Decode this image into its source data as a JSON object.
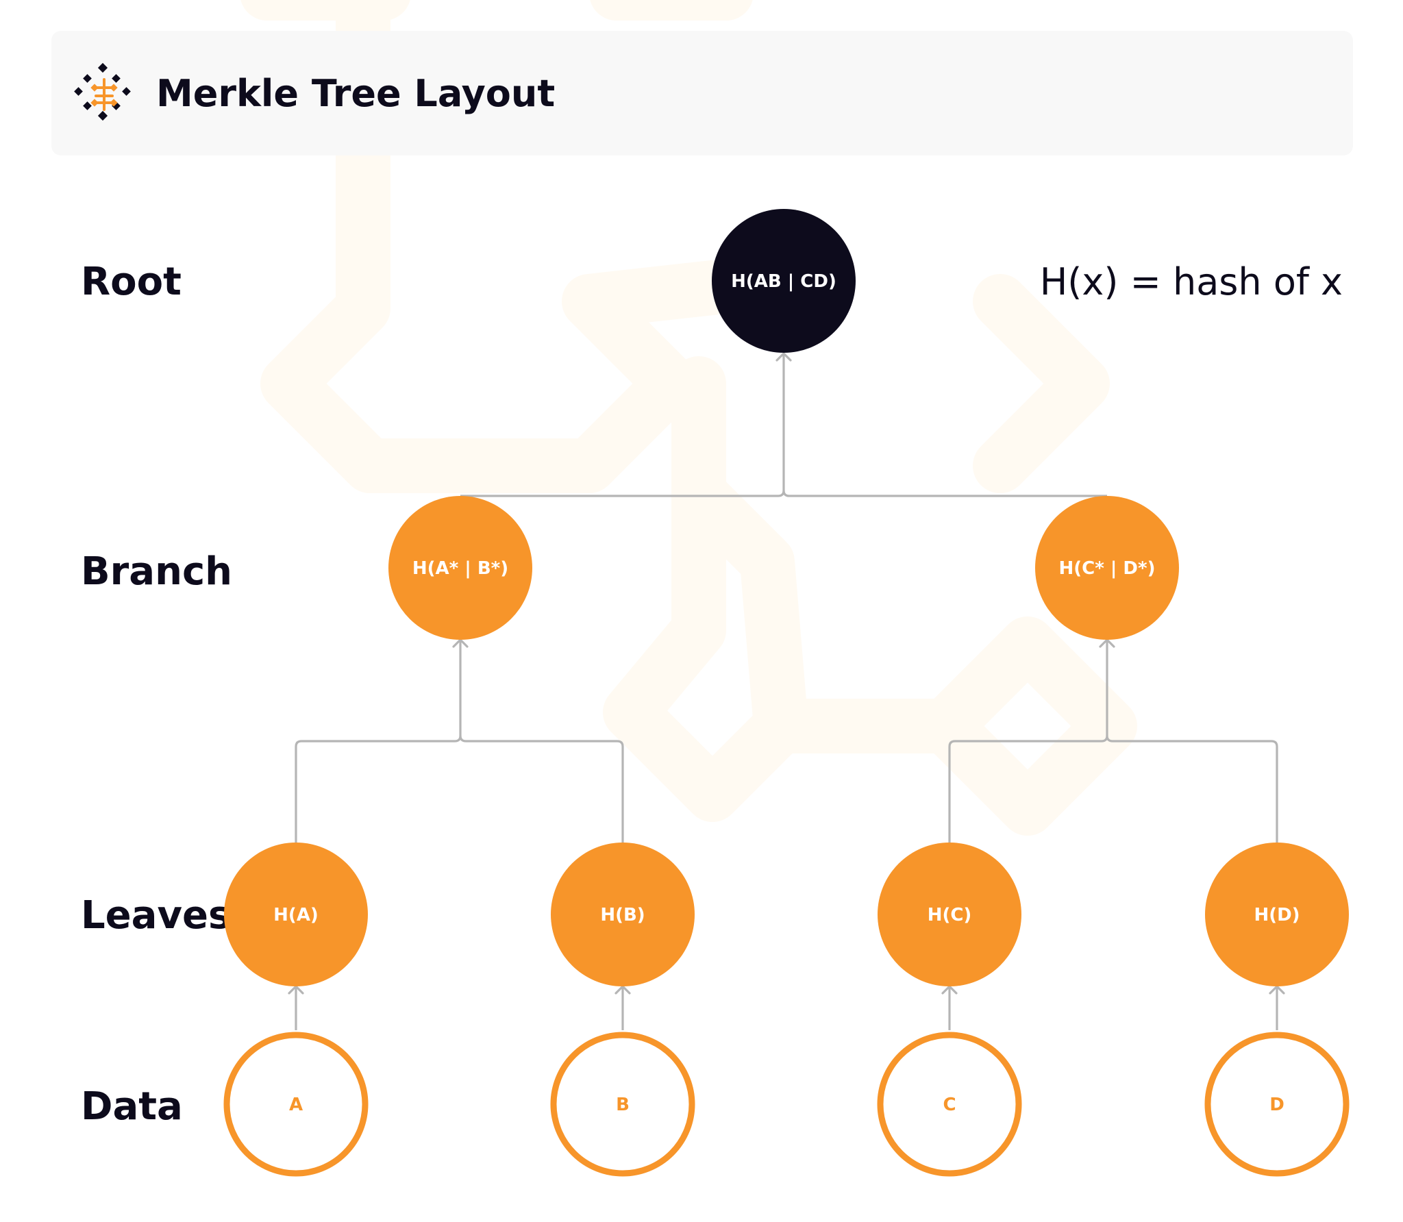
{
  "header": {
    "title": "Merkle Tree Layout",
    "logo_icon": "merkle-grid-logo-icon"
  },
  "legend": {
    "text": "H(x) = hash of x"
  },
  "levels": {
    "root": "Root",
    "branch": "Branch",
    "leaves": "Leaves",
    "data": "Data"
  },
  "nodes": {
    "root": "H(AB | CD)",
    "branch_left": "H(A* | B*)",
    "branch_right": "H(C* | D*)",
    "leaf_a": "H(A)",
    "leaf_b": "H(B)",
    "leaf_c": "H(C)",
    "leaf_d": "H(D)",
    "data_a": "A",
    "data_b": "B",
    "data_c": "C",
    "data_d": "D"
  },
  "colors": {
    "accent": "#f7952a",
    "dark": "#0d0b1c",
    "edge": "#b5b5b5",
    "header_bg": "#f8f8f8",
    "background_motif": "#fffaf2"
  }
}
